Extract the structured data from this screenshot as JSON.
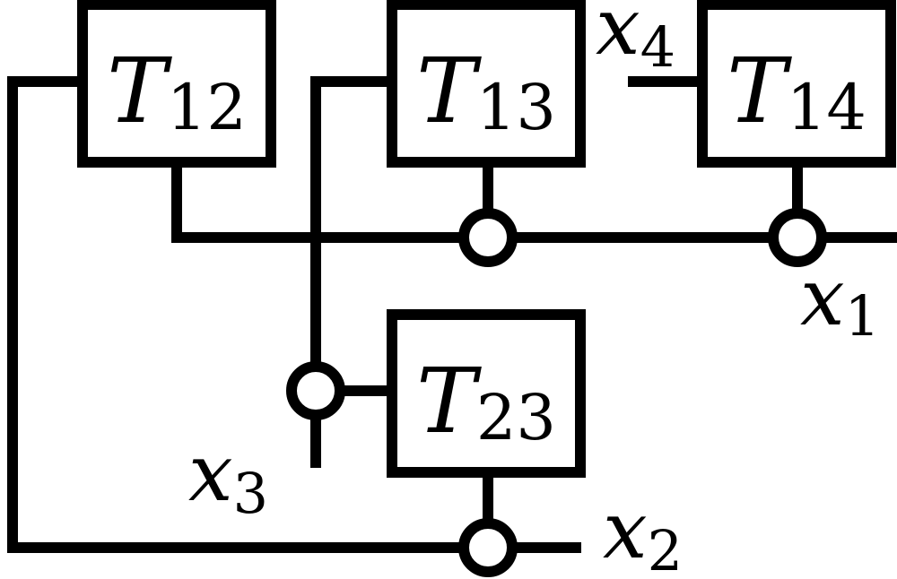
{
  "colors": {
    "stroke": "#000000",
    "background": "#ffffff",
    "text": "#000000"
  },
  "boxes": {
    "t12": {
      "symbol": "T",
      "subscript": "12"
    },
    "t13": {
      "symbol": "T",
      "subscript": "13"
    },
    "t14": {
      "symbol": "T",
      "subscript": "14"
    },
    "t23": {
      "symbol": "T",
      "subscript": "23"
    }
  },
  "wire_labels": {
    "x1": {
      "symbol": "x",
      "subscript": "1"
    },
    "x2": {
      "symbol": "x",
      "subscript": "2"
    },
    "x3": {
      "symbol": "x",
      "subscript": "3"
    },
    "x4": {
      "symbol": "x",
      "subscript": "4"
    }
  }
}
